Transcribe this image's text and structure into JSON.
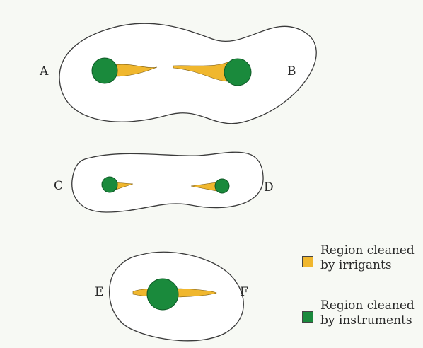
{
  "section_labels": {
    "a": "A",
    "b": "B",
    "c": "C",
    "d": "D",
    "e": "E",
    "f": "F"
  },
  "legend": {
    "irrigants": {
      "label": "Region cleaned\nby irrigants",
      "color": "#f0b72e"
    },
    "instruments": {
      "label": "Region cleaned\nby instruments",
      "color": "#1a8a3c"
    }
  },
  "colors": {
    "outline": "#3a3a3a",
    "fill": "#ffffff",
    "background": "#f7f9f4"
  }
}
